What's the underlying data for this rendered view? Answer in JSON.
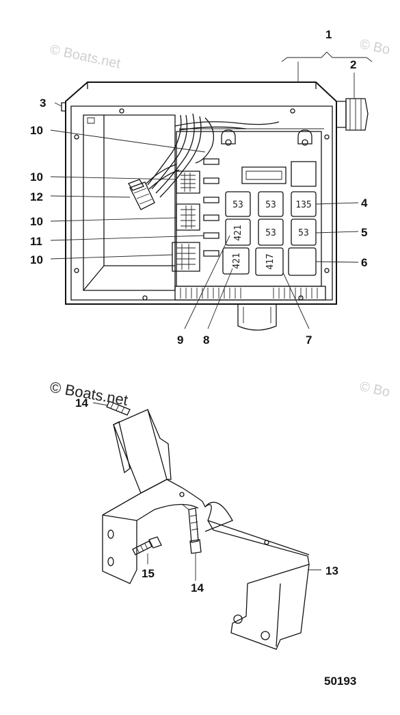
{
  "watermarks": {
    "top_left": "© Boats.net",
    "top_right": "© Bo",
    "mid_right": "© Bo",
    "bottom_left": "© Boats.net"
  },
  "callouts": [
    {
      "id": "c1",
      "label": "1"
    },
    {
      "id": "c2",
      "label": "2"
    },
    {
      "id": "c3",
      "label": "3"
    },
    {
      "id": "c4",
      "label": "4"
    },
    {
      "id": "c5",
      "label": "5"
    },
    {
      "id": "c6",
      "label": "6"
    },
    {
      "id": "c7",
      "label": "7"
    },
    {
      "id": "c8",
      "label": "8"
    },
    {
      "id": "c9",
      "label": "9"
    },
    {
      "id": "c10a",
      "label": "10"
    },
    {
      "id": "c10b",
      "label": "10"
    },
    {
      "id": "c10c",
      "label": "10"
    },
    {
      "id": "c10d",
      "label": "10"
    },
    {
      "id": "c11",
      "label": "11"
    },
    {
      "id": "c12",
      "label": "12"
    },
    {
      "id": "c13",
      "label": "13"
    },
    {
      "id": "c14a",
      "label": "14"
    },
    {
      "id": "c14b",
      "label": "14"
    },
    {
      "id": "c15",
      "label": "15"
    }
  ],
  "relays": {
    "r1": "53",
    "r2": "53",
    "r3": "135",
    "r4": "421",
    "r5": "53",
    "r6": "53",
    "r7": "421",
    "r8": "417"
  },
  "part_number": "50193"
}
